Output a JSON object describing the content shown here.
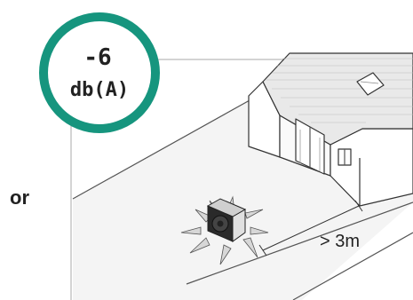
{
  "badge": {
    "value": "-6",
    "unit": "db(A)",
    "ring_color": "#16957e"
  },
  "separator_text": "or",
  "distance_label": "> 3m",
  "colors": {
    "line": "#333333",
    "ground": "#f4f4f4",
    "roof": "#e6e6e6",
    "wall": "#ffffff"
  },
  "icons": [
    "heat-pump-unit-icon",
    "noise-burst-icon",
    "house-icon"
  ]
}
